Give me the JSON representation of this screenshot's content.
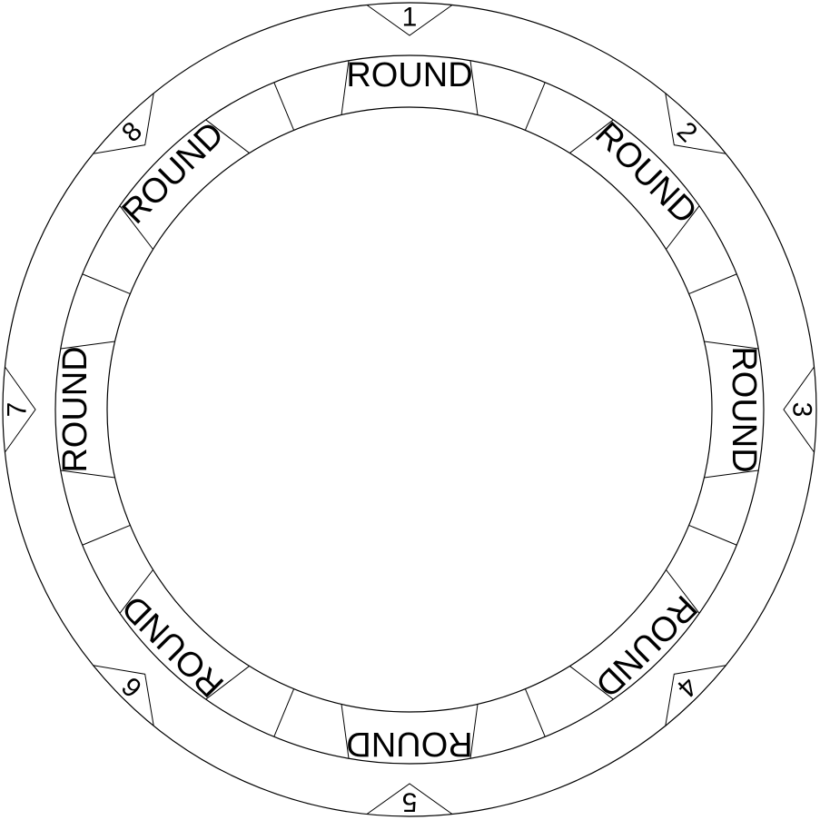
{
  "colors": {
    "stroke": "#000000",
    "background": "#ffffff"
  },
  "slots": [
    {
      "number": "1",
      "label": "ROUND"
    },
    {
      "number": "2",
      "label": "ROUND"
    },
    {
      "number": "3",
      "label": "ROUND"
    },
    {
      "number": "4",
      "label": "ROUND"
    },
    {
      "number": "5",
      "label": "ROUND"
    },
    {
      "number": "6",
      "label": "ROUND"
    },
    {
      "number": "7",
      "label": "ROUND"
    },
    {
      "number": "8",
      "label": "ROUND"
    }
  ]
}
